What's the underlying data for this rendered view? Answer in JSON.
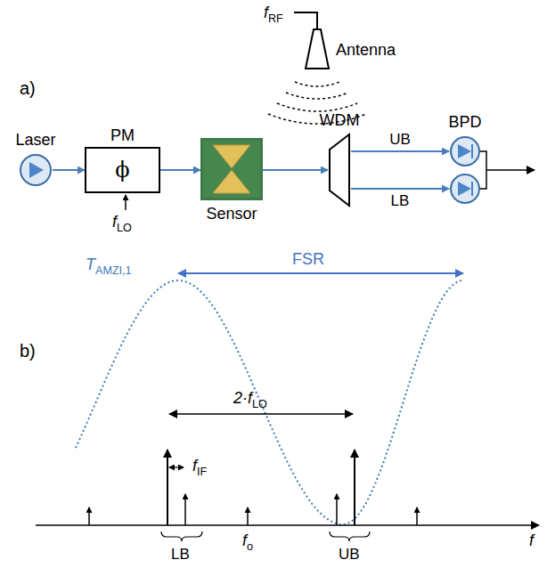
{
  "diagram": {
    "nodes": [
      {
        "text": [
          "Laser"
        ]
      },
      {
        "text": [
          "PM",
          "ϕ"
        ]
      },
      {
        "text": [
          "Sensor"
        ]
      },
      {
        "text": [
          "WDM"
        ]
      },
      {
        "text": [
          "BPD"
        ]
      },
      {
        "text": [
          "Antenna"
        ]
      }
    ],
    "edges": [
      {
        "from": 0,
        "to": 1,
        "arrow": "to"
      },
      {
        "from": 1,
        "to": 2,
        "arrow": "to"
      },
      {
        "from": 2,
        "to": 3,
        "arrow": "to"
      },
      {
        "from": 3,
        "to": 4,
        "arrow": "to",
        "label": "UB"
      },
      {
        "from": 3,
        "to": 4,
        "arrow": "to",
        "label": "LB"
      }
    ],
    "labels": [
      "a)",
      "f",
      "RF",
      "f",
      "LO",
      "b)",
      "T",
      "AMZI,1",
      "FSR",
      "2·f",
      "LO",
      "f",
      "IF",
      "f",
      "o",
      "LB",
      "UB",
      "f"
    ]
  }
}
